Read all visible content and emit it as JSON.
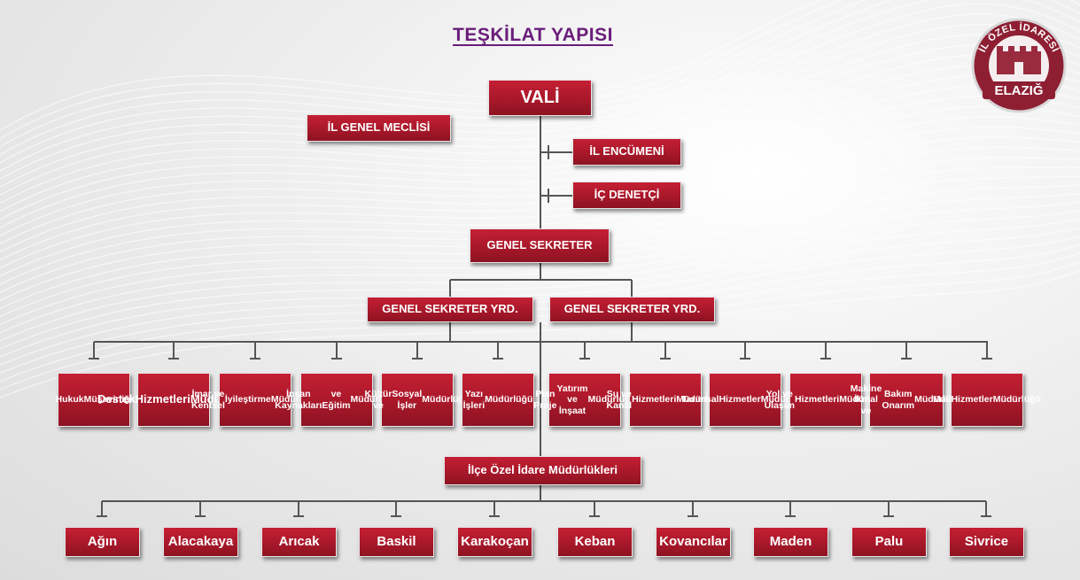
{
  "title": "TEŞKİLAT YAPISI",
  "logo": {
    "ring_text": "İL ÖZEL İDARESİ",
    "city": "ELAZIĞ"
  },
  "top": {
    "vali": "VALİ",
    "il_genel_meclisi": "İL GENEL MECLİSİ",
    "il_encumeni": "İL ENCÜMENİ",
    "ic_denetci": "İÇ DENETÇİ",
    "genel_sekreter": "GENEL SEKRETER",
    "yrd_left": "GENEL SEKRETER YRD.",
    "yrd_right": "GENEL SEKRETER YRD."
  },
  "departments": [
    "Hukuk\nMüşavirliği",
    "Destek\nHizmetleri\nMüdürlüğü",
    "İmar ve Kentsel\nİyileştirme\nMüdürlüğü",
    "İnsan Kaynakları\nve Eğitim\nMüdürlüğü",
    "Kültür ve\nSosyal İşler\nMüdürlüğü",
    "Yazı İşleri\nMüdürlüğü",
    "Plan Proje\nYatırım ve İnşaat\nMüdürlüğü",
    "Su ve Kanal\nHizmetleri\nMüdürlüğü",
    "Tarımsal\nHizmetler\nMüdürlüğü",
    "Yol ve Ulaşım\nHizmetleri\nMüdürlüğü",
    "Makine İkmal ve\nBakım Onarım\nMüdürlüğü",
    "Mali\nHizmetler\nMüdürlüğü"
  ],
  "ilce_header": "İlçe Özel İdare Müdürlükleri",
  "districts": [
    "Ağın",
    "Alacakaya",
    "Arıcak",
    "Baskil",
    "Karakoçan",
    "Keban",
    "Kovancılar",
    "Maden",
    "Palu",
    "Sivrice"
  ],
  "colors": {
    "box_red": "#b01c2e",
    "title_purple": "#6a1d7a",
    "line_gray": "#555555"
  }
}
